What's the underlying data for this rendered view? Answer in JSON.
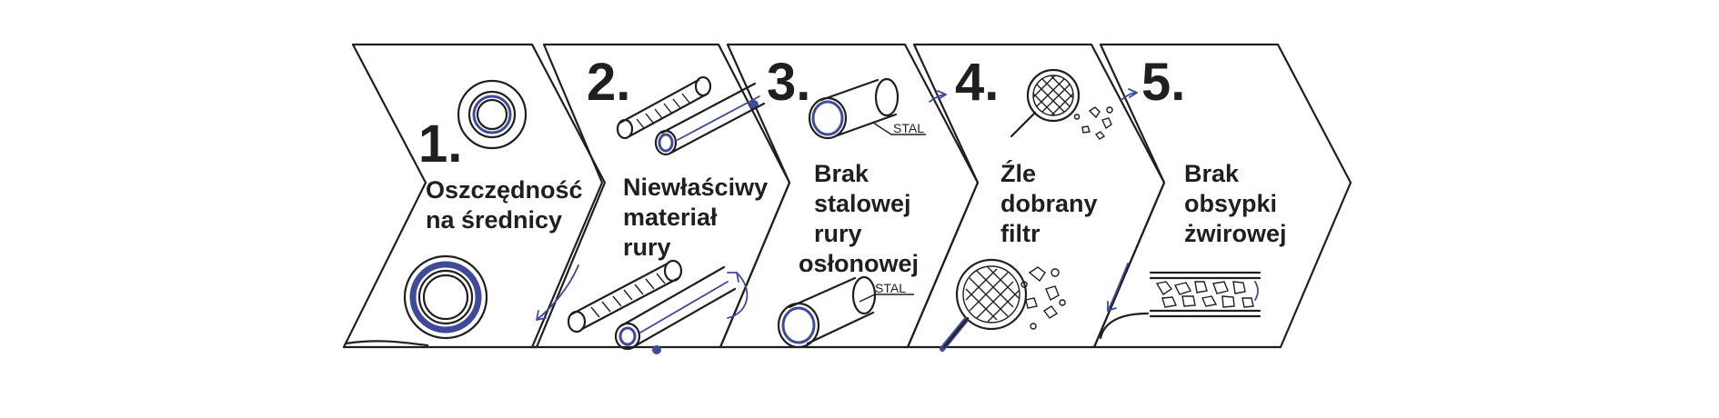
{
  "colors": {
    "ink": "#1f1f1f",
    "accent": "#3f4a9a",
    "background": "#ffffff"
  },
  "steps": [
    {
      "number": "1.",
      "lines": [
        "Oszczędność",
        "na średnicy"
      ],
      "icons": [
        "ring-small-icon",
        "ring-large-icon"
      ]
    },
    {
      "number": "2.",
      "lines": [
        "Niewłaściwy",
        "materiał",
        "rury"
      ],
      "icons": [
        "corrugated-pipe-icon",
        "plain-pipe-icon"
      ]
    },
    {
      "number": "3.",
      "lines": [
        "Brak",
        "stalowej",
        "rury",
        "osłonowej"
      ],
      "icons": [
        "steel-pipe-icon"
      ],
      "tag": "STAL"
    },
    {
      "number": "4.",
      "lines": [
        "Źle",
        "dobrany",
        "filtr"
      ],
      "icons": [
        "sieve-icon",
        "gravel-icon"
      ]
    },
    {
      "number": "5.",
      "lines": [
        "Brak",
        "obsypki",
        "żwirowej"
      ],
      "icons": [
        "gravel-pack-icon"
      ]
    }
  ]
}
